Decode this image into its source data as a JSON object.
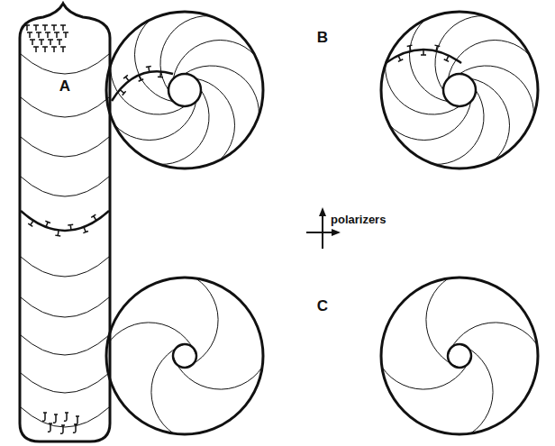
{
  "diagram": {
    "labels": [
      "A",
      "B",
      "C",
      "polarizers"
    ]
  }
}
